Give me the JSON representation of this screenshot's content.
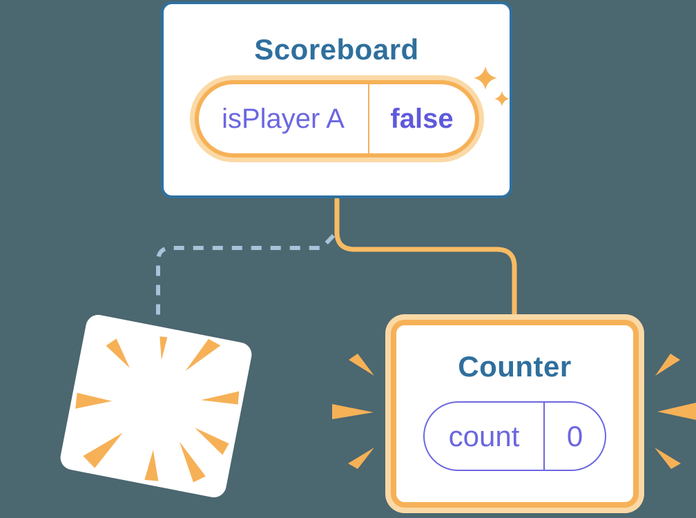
{
  "colors": {
    "background": "#4b6770",
    "card_border_blue": "#2e71a1",
    "heading_blue": "#2f6f9d",
    "orange": "#f6b157",
    "orange_light": "#fbd9a6",
    "connector_orange": "#f8bb63",
    "dashed_blue": "#a8c3d9",
    "purple": "#6b67e0",
    "purple_bold": "#5e5adb"
  },
  "scoreboard": {
    "title": "Scoreboard",
    "state_pill": {
      "name": "isPlayer A",
      "value": "false"
    }
  },
  "counter": {
    "title": "Counter",
    "state_pill": {
      "name": "count",
      "value": "0"
    }
  }
}
